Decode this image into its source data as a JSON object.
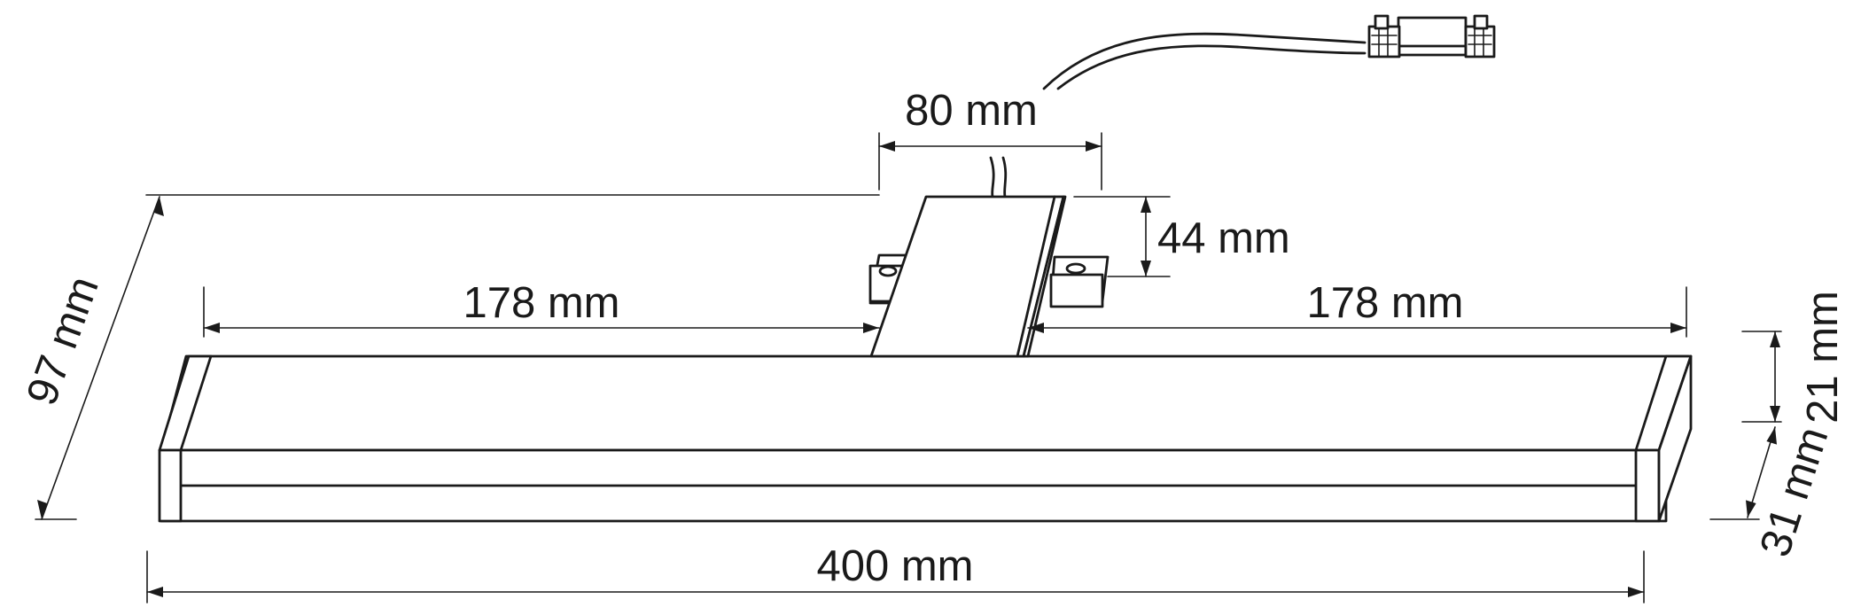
{
  "dimensions": {
    "mount_width": "80 mm",
    "mount_height": "44 mm",
    "left_span": "178 mm",
    "right_span": "178 mm",
    "total_length": "400 mm",
    "total_height": "97 mm",
    "profile_front": "21 mm",
    "profile_depth": "31 mm"
  },
  "colors": {
    "line": "#1a1a1a",
    "background": "#ffffff"
  }
}
